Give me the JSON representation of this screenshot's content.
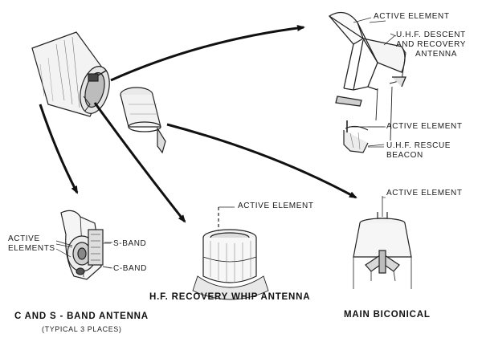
{
  "callouts": {
    "uhf_active_element": "ACTIVE ELEMENT",
    "uhf_descent_line1": "U.H.F. DESCENT",
    "uhf_descent_line2": "AND RECOVERY",
    "uhf_descent_line3": "ANTENNA",
    "rescue_active_element": "ACTIVE ELEMENT",
    "rescue_beacon_line1": "U.H.F. RESCUE",
    "rescue_beacon_line2": "BEACON",
    "whip_active_element": "ACTIVE ELEMENT",
    "biconical_active_element": "ACTIVE ELEMENT",
    "cs_active_line1": "ACTIVE",
    "cs_active_line2": "ELEMENTS",
    "s_band": "S-BAND",
    "c_band": "C-BAND"
  },
  "captions": {
    "cs_band": "C AND S - BAND ANTENNA",
    "cs_band_sub": "(TYPICAL 3 PLACES)",
    "hf_whip": "H.F. RECOVERY WHIP ANTENNA",
    "biconical": "MAIN BICONICAL"
  },
  "colors": {
    "ink": "#1a1a1a",
    "paper": "#ffffff"
  }
}
